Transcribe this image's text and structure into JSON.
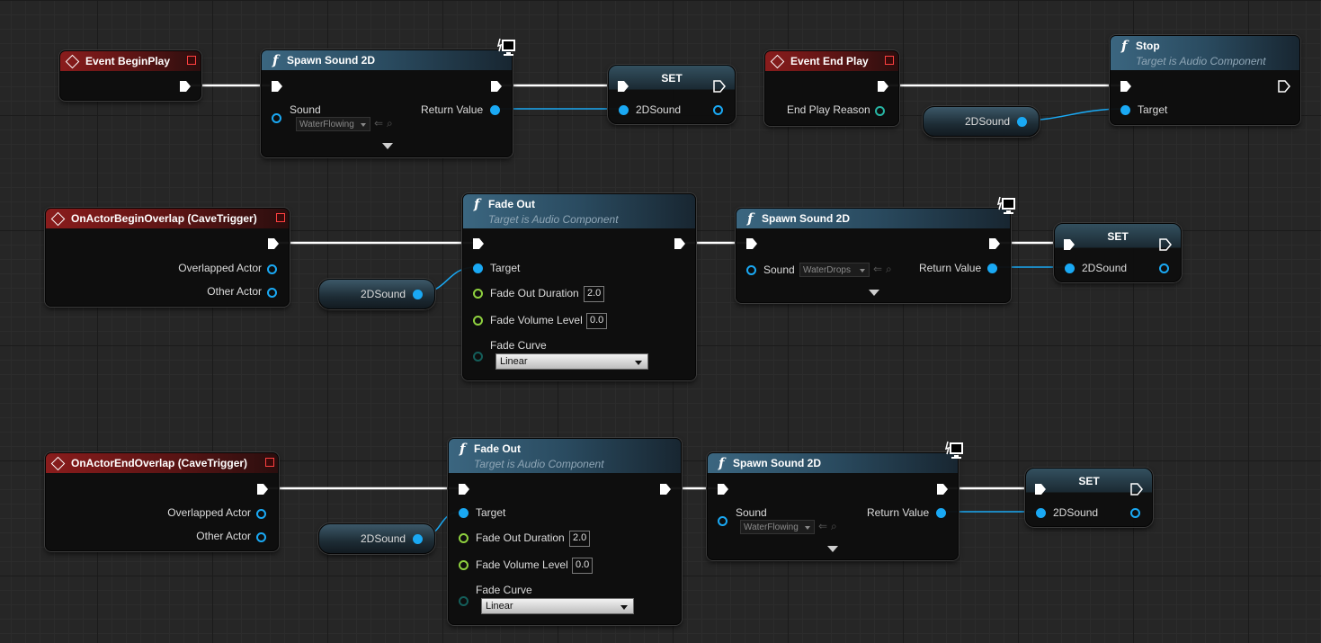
{
  "event_begin_play": {
    "title": "Event BeginPlay"
  },
  "spawn_sound_1": {
    "title": "Spawn Sound 2D",
    "sound_label": "Sound",
    "sound_asset": "WaterFlowing",
    "return_label": "Return Value"
  },
  "set_1": {
    "title": "SET",
    "var_label": "2DSound"
  },
  "event_end_play": {
    "title": "Event End Play",
    "reason_label": "End Play Reason"
  },
  "var_get_1": {
    "label": "2DSound"
  },
  "stop_node": {
    "title": "Stop",
    "subtitle": "Target is Audio Component",
    "target_label": "Target"
  },
  "begin_overlap": {
    "title": "OnActorBeginOverlap (CaveTrigger)",
    "overlapped_label": "Overlapped Actor",
    "other_label": "Other Actor"
  },
  "var_get_2": {
    "label": "2DSound"
  },
  "fade_out_1": {
    "title": "Fade Out",
    "subtitle": "Target is Audio Component",
    "target_label": "Target",
    "duration_label": "Fade Out Duration",
    "duration_value": "2.0",
    "volume_label": "Fade Volume Level",
    "volume_value": "0.0",
    "curve_label": "Fade Curve",
    "curve_value": "Linear"
  },
  "spawn_sound_2": {
    "title": "Spawn Sound 2D",
    "sound_label": "Sound",
    "sound_asset": "WaterDrops",
    "return_label": "Return Value"
  },
  "set_2": {
    "title": "SET",
    "var_label": "2DSound"
  },
  "end_overlap": {
    "title": "OnActorEndOverlap (CaveTrigger)",
    "overlapped_label": "Overlapped Actor",
    "other_label": "Other Actor"
  },
  "var_get_3": {
    "label": "2DSound"
  },
  "fade_out_2": {
    "title": "Fade Out",
    "subtitle": "Target is Audio Component",
    "target_label": "Target",
    "duration_label": "Fade Out Duration",
    "duration_value": "2.0",
    "volume_label": "Fade Volume Level",
    "volume_value": "0.0",
    "curve_label": "Fade Curve",
    "curve_value": "Linear"
  },
  "spawn_sound_3": {
    "title": "Spawn Sound 2D",
    "sound_label": "Sound",
    "sound_asset": "WaterFlowing",
    "return_label": "Return Value"
  },
  "set_3": {
    "title": "SET",
    "var_label": "2DSound"
  },
  "colors": {
    "exec_wire": "#ffffff",
    "object_wire": "#1aa9f4",
    "event_header": "#8a1c1c",
    "function_header": "#3b6680",
    "float_pin": "#8fd13f"
  },
  "icons": {
    "event": "event-diamond-icon",
    "function": "function-f-icon",
    "exec": "exec-arrow-icon",
    "dev_only": "development-only-monitor-icon"
  }
}
